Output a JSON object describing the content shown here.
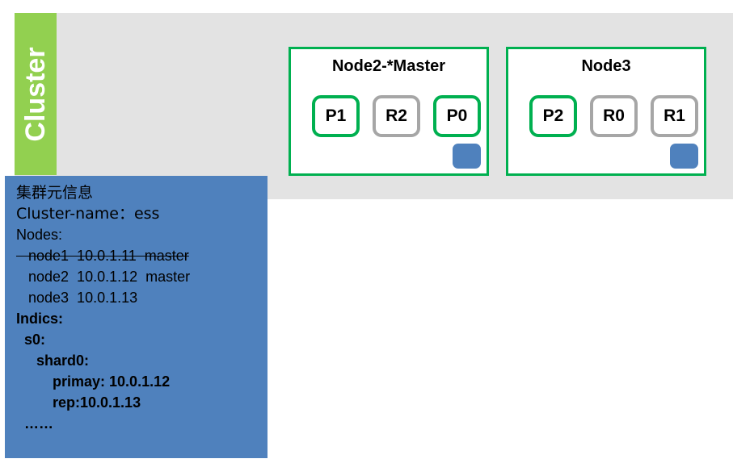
{
  "cluster": {
    "label": "Cluster",
    "bar_color": "#92d050",
    "region_color": "#e3e3e3"
  },
  "nodes": [
    {
      "title": "Node2-*Master",
      "border_color": "#00b050",
      "shards": [
        {
          "label": "P1",
          "kind": "primary"
        },
        {
          "label": "R2",
          "kind": "replica"
        },
        {
          "label": "P0",
          "kind": "primary"
        }
      ],
      "marker": {
        "slot": 2,
        "color": "#4f81bd"
      }
    },
    {
      "title": "Node3",
      "border_color": "#00b050",
      "shards": [
        {
          "label": "P2",
          "kind": "primary"
        },
        {
          "label": "R0",
          "kind": "replica"
        },
        {
          "label": "R1",
          "kind": "replica"
        }
      ],
      "marker": {
        "slot": 2,
        "color": "#4f81bd"
      }
    }
  ],
  "meta_panel": {
    "background": "#4f81bd",
    "lines": [
      {
        "text": "集群元信息",
        "bold": false,
        "strike": false,
        "cjk": true
      },
      {
        "text": "Cluster-name：ess",
        "bold": false,
        "strike": false,
        "cjk": true
      },
      {
        "text": "Nodes:",
        "bold": false,
        "strike": false,
        "cjk": false
      },
      {
        "text": "   node1  10.0.1.11  master",
        "bold": false,
        "strike": true,
        "cjk": false
      },
      {
        "text": "   node2  10.0.1.12  master",
        "bold": false,
        "strike": false,
        "cjk": false
      },
      {
        "text": "   node3  10.0.1.13",
        "bold": false,
        "strike": false,
        "cjk": false
      },
      {
        "text": "Indics:",
        "bold": true,
        "strike": false,
        "cjk": false
      },
      {
        "text": "  s0:",
        "bold": true,
        "strike": false,
        "cjk": false
      },
      {
        "text": "     shard0:",
        "bold": true,
        "strike": false,
        "cjk": false
      },
      {
        "text": "         primay: 10.0.1.12",
        "bold": true,
        "strike": false,
        "cjk": false
      },
      {
        "text": "         rep:10.0.1.13",
        "bold": true,
        "strike": false,
        "cjk": false
      },
      {
        "text": "  ……",
        "bold": true,
        "strike": false,
        "cjk": false
      }
    ]
  }
}
